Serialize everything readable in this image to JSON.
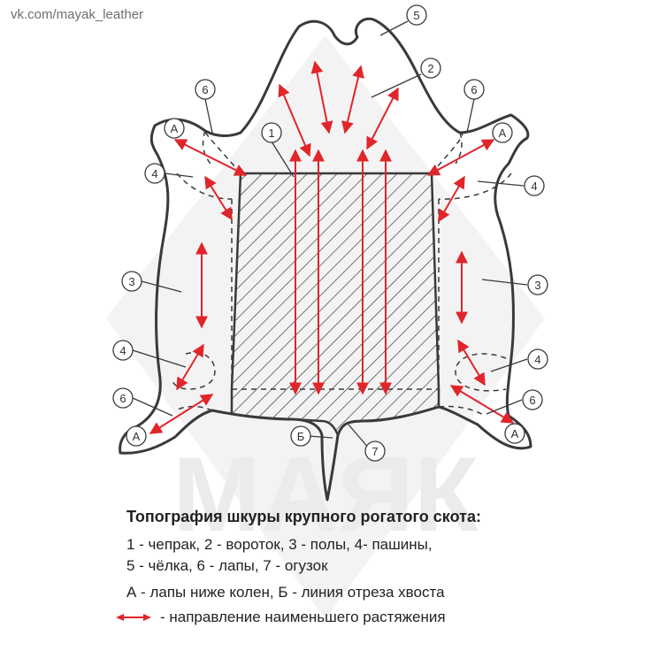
{
  "site": "vk.com/mayak_leather",
  "watermark": "МАЯК",
  "callouts": {
    "n1": "1",
    "n2": "2",
    "n3l": "3",
    "n3r": "3",
    "n4ul": "4",
    "n4ur": "4",
    "n4ll": "4",
    "n4lr": "4",
    "n5": "5",
    "n6ul": "6",
    "n6ur": "6",
    "n6ll": "6",
    "n6lr": "6",
    "n7": "7",
    "aul": "А",
    "aur": "А",
    "all": "А",
    "alr": "А",
    "b": "Б"
  },
  "legend": {
    "title": "Топография шкуры крупного рогатого скота:",
    "line1": "1 - чепрак, 2 - вороток, 3 - полы, 4- пашины,",
    "line2": "5 - чёлка, 6 - лапы, 7 - огузок",
    "line3": "А - лапы ниже колен, Б - линия отреза хвоста",
    "arrow_text": "- направление наименьшего растяжения"
  },
  "colors": {
    "arrow": "#e0252b",
    "outline": "#3a3a3a",
    "watermark": "#f0f0f0"
  }
}
